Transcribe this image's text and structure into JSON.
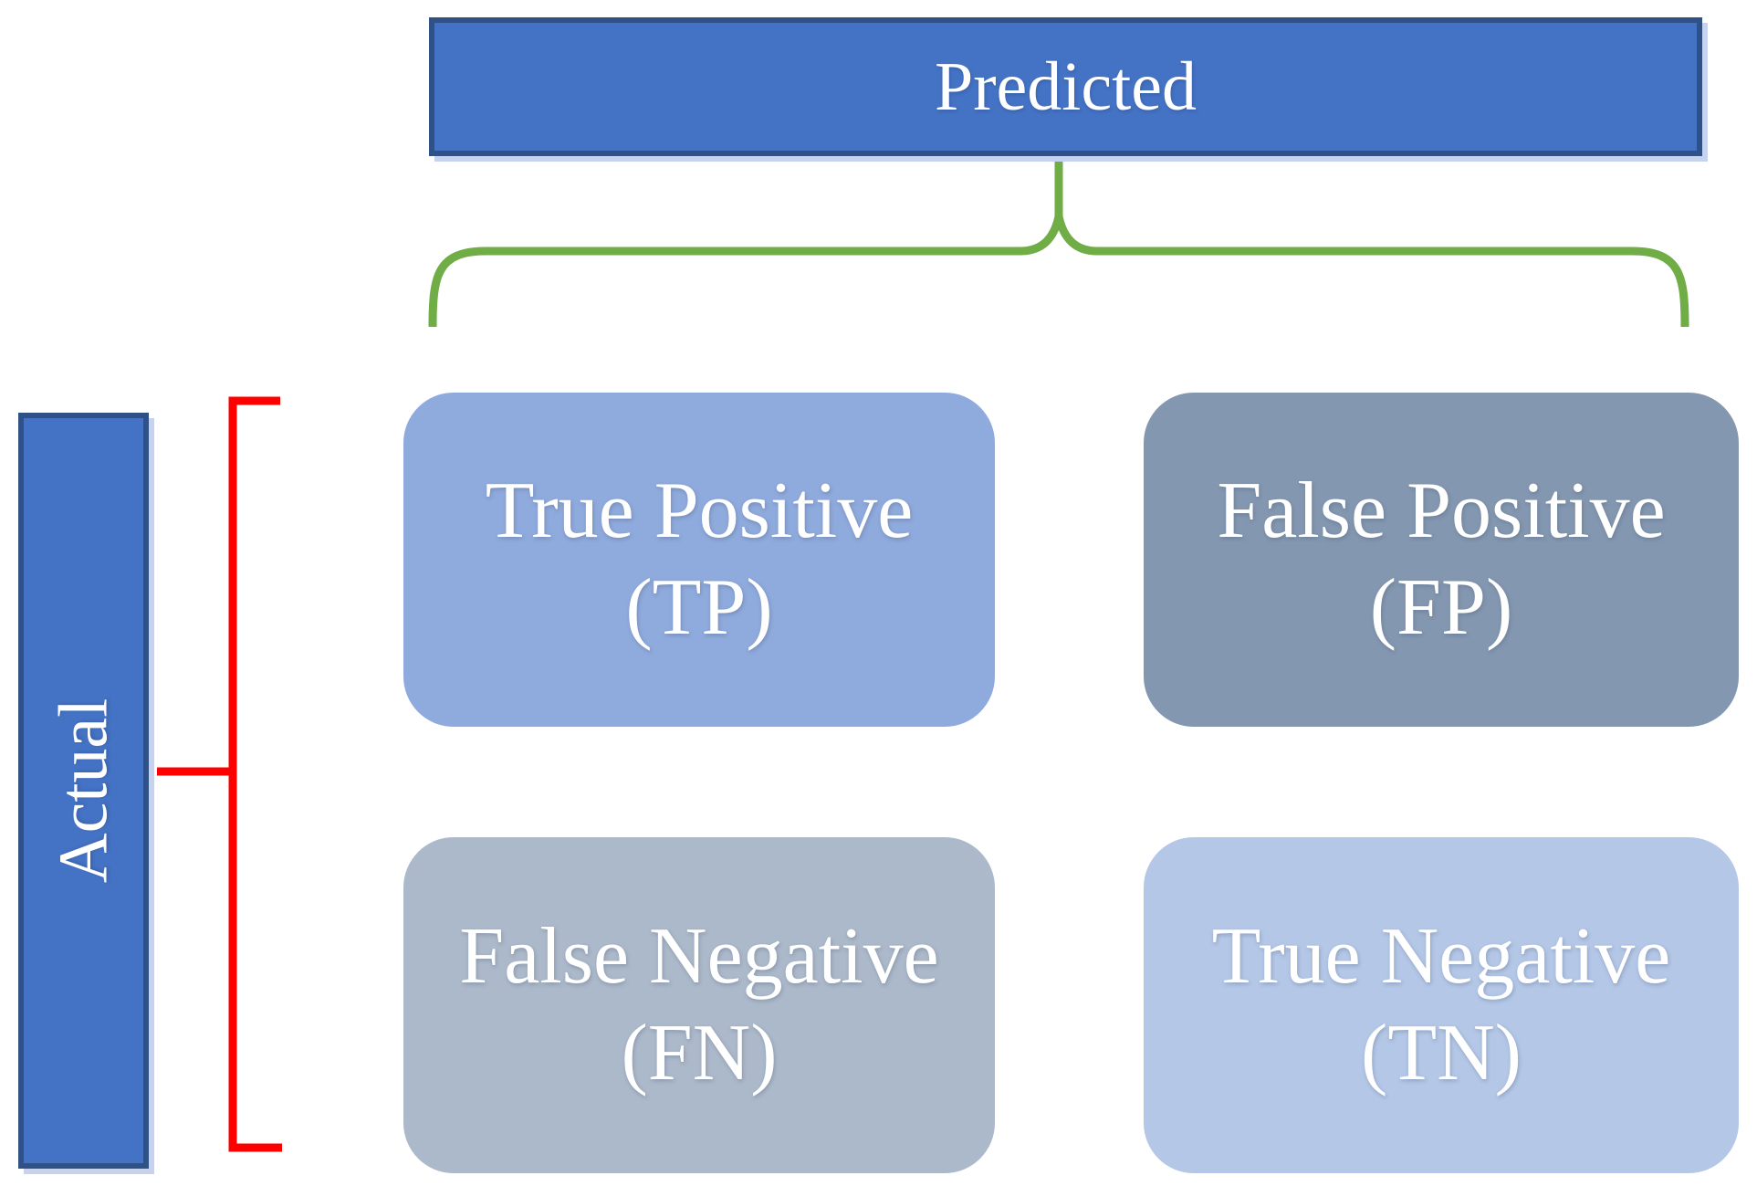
{
  "diagram": {
    "predicted_label": "Predicted",
    "actual_label": "Actual",
    "quadrants": [
      {
        "title": "True Positive",
        "abbr": "(TP)",
        "bg": "#8FAADC"
      },
      {
        "title": "False Positive",
        "abbr": "(FP)",
        "bg": "#8497B0"
      },
      {
        "title": "False Negative",
        "abbr": "(FN)",
        "bg": "#ACB9CA"
      },
      {
        "title": "True Negative",
        "abbr": "(TN)",
        "bg": "#B4C7E7"
      }
    ],
    "colors": {
      "bar_fill": "#4472C4",
      "bar_border": "#2F5186",
      "bar_shadow": "#C7D2EC",
      "brace_green": "#70AD47",
      "bracket_red": "#FF0000",
      "label_text": "#FFFFFF"
    }
  }
}
